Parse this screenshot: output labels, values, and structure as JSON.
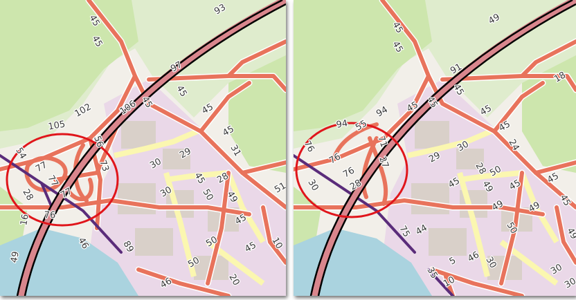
{
  "colors": {
    "park": "#cde6ad",
    "grass": "#dfeccd",
    "land": "#f2efe9",
    "industrial": "#ead8e8",
    "building": "#d9d0c9",
    "water": "#aad3df",
    "road_primary": "#e8735c",
    "road_casing": "#ffffff",
    "road_secondary": "#fbf7b0",
    "railway": "#000000",
    "railway_highlight": "#d9868d",
    "transit_line": "#5a2c7a",
    "highlight_circle": "#e0151b"
  },
  "left_map": {
    "labels": [
      "93",
      "45",
      "45",
      "97",
      "45",
      "102",
      "106",
      "45",
      "45",
      "45",
      "31",
      "105",
      "56",
      "73",
      "54",
      "77",
      "77",
      "77",
      "28",
      "30",
      "29",
      "30",
      "45",
      "28",
      "50",
      "49",
      "50",
      "45",
      "51",
      "16",
      "76",
      "46",
      "89",
      "49",
      "50",
      "45",
      "10",
      "46",
      "20"
    ]
  },
  "right_map": {
    "labels": [
      "49",
      "45",
      "45",
      "91",
      "45",
      "94",
      "45",
      "45",
      "45",
      "45",
      "24",
      "18",
      "94",
      "55",
      "71",
      "27",
      "76",
      "76",
      "76",
      "28",
      "30",
      "29",
      "30",
      "45",
      "28",
      "50",
      "49",
      "45",
      "49",
      "50",
      "49",
      "45",
      "45",
      "75",
      "44",
      "5",
      "46",
      "30",
      "35",
      "10",
      "30",
      "49",
      "30"
    ]
  }
}
